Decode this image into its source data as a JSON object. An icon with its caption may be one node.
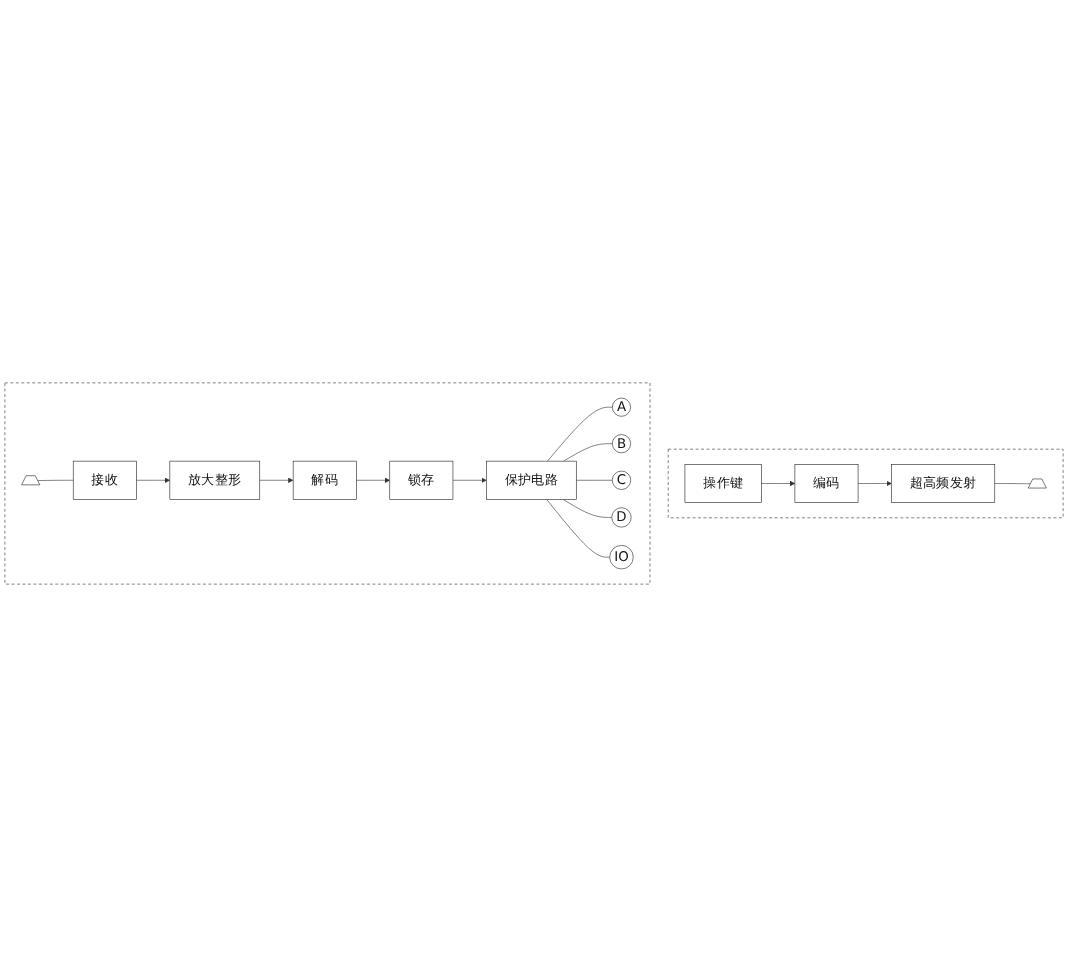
{
  "diagram": {
    "nodes": [
      {
        "text": [],
        "shape": "box"
      },
      {
        "text": [
          "超高频发射"
        ],
        "in": 0
      },
      {
        "text": [
          "操作键"
        ],
        "in": 0
      },
      {
        "text": [
          "编码"
        ],
        "in": 0
      },
      {
        "text": [],
        "shape": "antenna",
        "in": 0
      },
      {
        "text": [],
        "shape": "box"
      },
      {
        "text": [],
        "shape": "antenna",
        "in": 5
      },
      {
        "text": [
          "接收"
        ],
        "in": 5
      },
      {
        "text": [
          "锁存"
        ],
        "in": 5
      },
      {
        "text": [
          "保护电路"
        ],
        "in": 5
      },
      {
        "text": [
          "放大整形"
        ],
        "in": 5
      },
      {
        "text": [
          "解码"
        ],
        "in": 5
      },
      {
        "text": [
          "A"
        ],
        "in": 5
      },
      {
        "text": [
          "B"
        ],
        "in": 5
      },
      {
        "text": [
          "C"
        ],
        "in": 5
      },
      {
        "text": [
          "D"
        ],
        "in": 5
      },
      {
        "text": [
          "IO"
        ],
        "in": 5
      }
    ],
    "edges": [
      {
        "from": 2,
        "to": 3,
        "arrow": "to"
      },
      {
        "from": 3,
        "to": 1,
        "arrow": "to"
      },
      {
        "from": 1,
        "to": 4,
        "arrow": "none"
      },
      {
        "from": 6,
        "to": 7,
        "arrow": "none"
      },
      {
        "from": 7,
        "to": 10,
        "arrow": "to"
      },
      {
        "from": 10,
        "to": 11,
        "arrow": "to"
      },
      {
        "from": 11,
        "to": 8,
        "arrow": "to"
      },
      {
        "from": 8,
        "to": 9,
        "arrow": "to"
      },
      {
        "from": 9,
        "to": 12,
        "arrow": "none"
      },
      {
        "from": 9,
        "to": 13,
        "arrow": "none"
      },
      {
        "from": 9,
        "to": 14,
        "arrow": "none"
      },
      {
        "from": 9,
        "to": 15,
        "arrow": "none"
      },
      {
        "from": 9,
        "to": 16,
        "arrow": "none"
      }
    ]
  }
}
